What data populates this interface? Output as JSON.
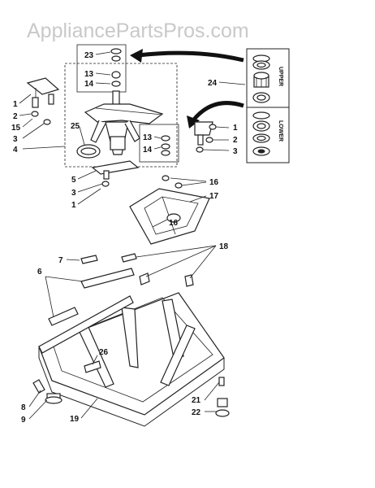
{
  "watermark": "AppliancePartsPros.com",
  "callouts": {
    "c23": "23",
    "c13a": "13",
    "c14a": "14",
    "c24": "24",
    "c1a": "1",
    "c2a": "2",
    "c15": "15",
    "c3a": "3",
    "c4": "4",
    "c25": "25",
    "c13b": "13",
    "c14b": "14",
    "c1b": "1",
    "c2b": "2",
    "c3b": "3",
    "c5": "5",
    "c3c": "3",
    "c1c": "1",
    "c16a": "16",
    "c17": "17",
    "c16b": "16",
    "c7": "7",
    "c6": "6",
    "c18": "18",
    "c26": "26",
    "c8": "8",
    "c9": "9",
    "c19": "19",
    "c21": "21",
    "c22": "22"
  },
  "kit_labels": {
    "upper": "UPPER",
    "lower": "LOWER"
  }
}
